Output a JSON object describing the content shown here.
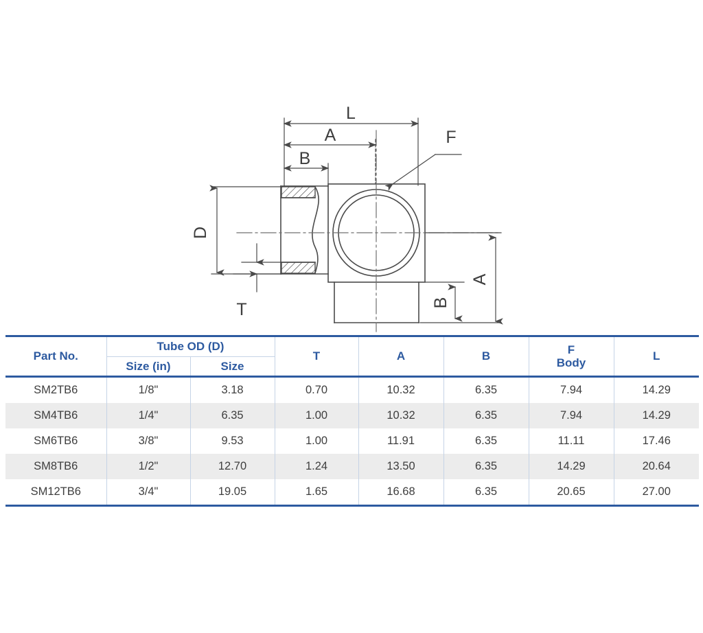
{
  "drawing": {
    "title": "tube-fitting-cross-section",
    "labels": {
      "L": "L",
      "A_top": "A",
      "B_top": "B",
      "D": "D",
      "T": "T",
      "F": "F",
      "A_right": "A",
      "B_right": "B"
    },
    "line_color": "#4a4a4a"
  },
  "table": {
    "headers": {
      "part_no": "Part No.",
      "tube_od": "Tube OD (D)",
      "size_in": "Size (in)",
      "size_mm": "Size",
      "t": "T",
      "a": "A",
      "b": "B",
      "f": "F",
      "f_sub": "Body",
      "l": "L"
    },
    "rows": [
      {
        "part_no": "SM2TB6",
        "size_in": "1/8\"",
        "size_mm": "3.18",
        "t": "0.70",
        "a": "10.32",
        "b": "6.35",
        "f": "7.94",
        "l": "14.29"
      },
      {
        "part_no": "SM4TB6",
        "size_in": "1/4\"",
        "size_mm": "6.35",
        "t": "1.00",
        "a": "10.32",
        "b": "6.35",
        "f": "7.94",
        "l": "14.29"
      },
      {
        "part_no": "SM6TB6",
        "size_in": "3/8\"",
        "size_mm": "9.53",
        "t": "1.00",
        "a": "11.91",
        "b": "6.35",
        "f": "11.11",
        "l": "17.46"
      },
      {
        "part_no": "SM8TB6",
        "size_in": "1/2\"",
        "size_mm": "12.70",
        "t": "1.24",
        "a": "13.50",
        "b": "6.35",
        "f": "14.29",
        "l": "20.64"
      },
      {
        "part_no": "SM12TB6",
        "size_in": "3/4\"",
        "size_mm": "19.05",
        "t": "1.65",
        "a": "16.68",
        "b": "6.35",
        "f": "20.65",
        "l": "27.00"
      }
    ]
  },
  "colors": {
    "header_text": "#2d5aa0",
    "rule": "#2d5aa0",
    "cell_border": "#c5d3e6",
    "row_alt": "#ececec",
    "body_text": "#3e3e3e",
    "drawing_line": "#4a4a4a"
  }
}
